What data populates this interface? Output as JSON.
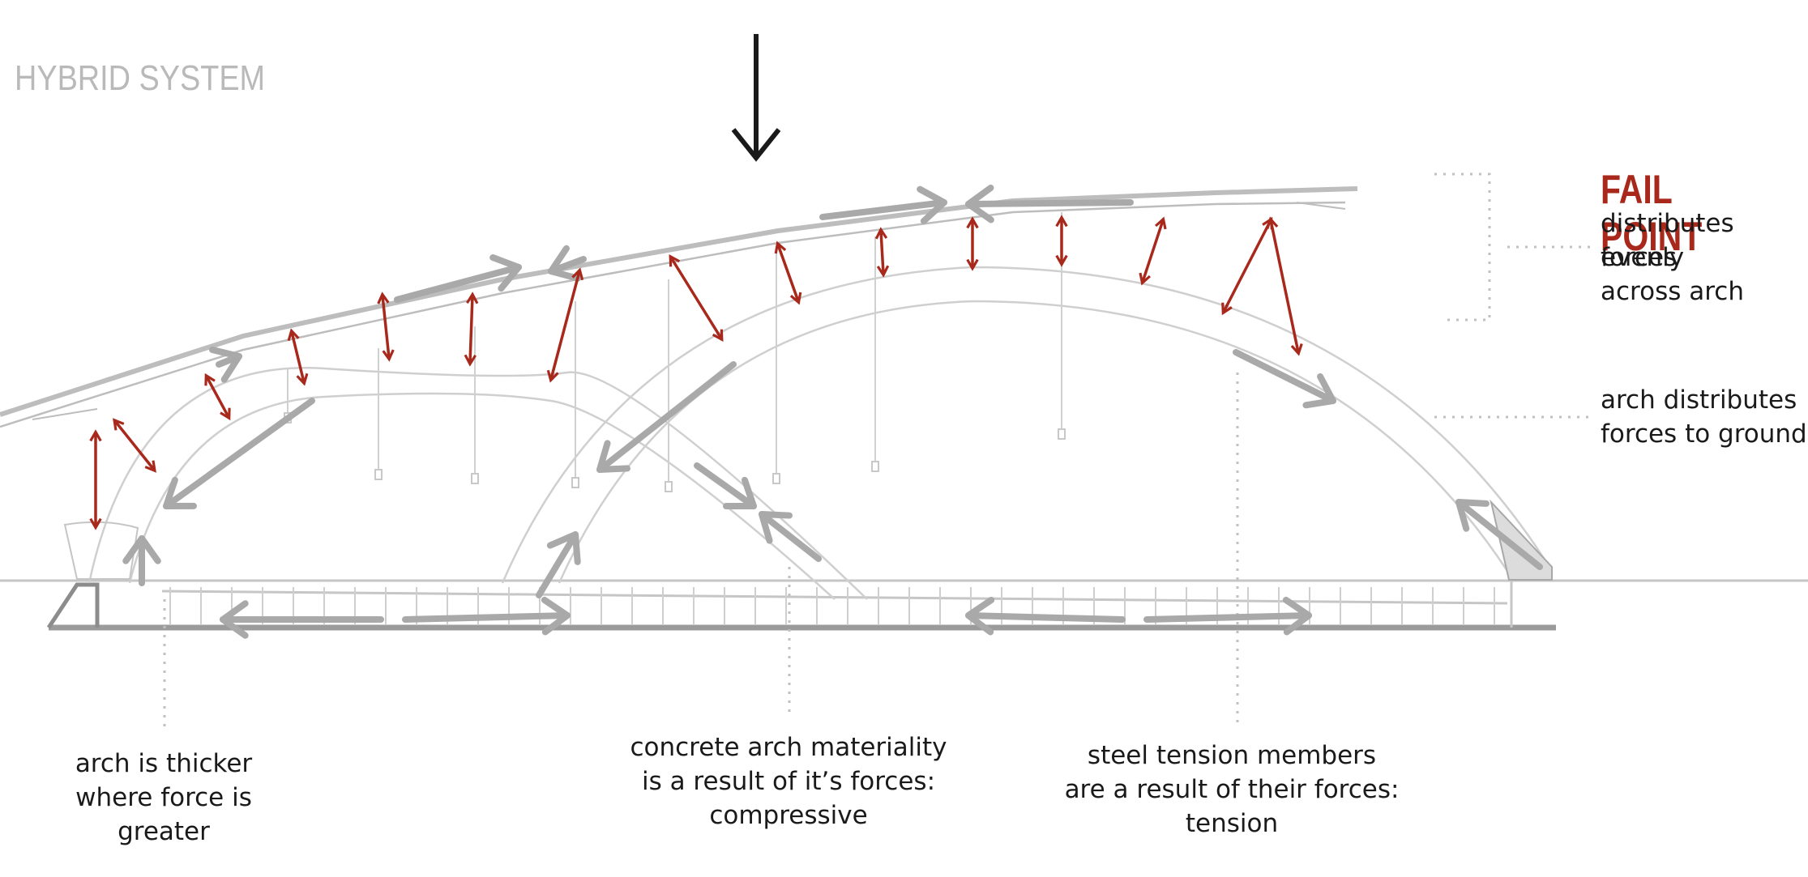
{
  "title": "HYBRID SYSTEM",
  "fail_point": {
    "heading": "FAIL POINT",
    "lines": [
      "distributes forces",
      "evenly",
      "across arch"
    ]
  },
  "arch_note": {
    "lines": [
      "arch distributes",
      "forces to ground"
    ]
  },
  "bottom_notes": [
    {
      "lines": [
        "arch is thicker",
        "where force is",
        "greater"
      ]
    },
    {
      "lines": [
        "concrete arch materiality",
        "is a result of it’s forces:",
        "compressive"
      ]
    },
    {
      "lines": [
        "steel tension members",
        "are a result of their forces:",
        "tension"
      ]
    }
  ],
  "colors": {
    "tension_arrow": "#a8291c",
    "compression_arrow": "#a9a9a9",
    "structure": "#c8c8c8",
    "load_arrow": "#1a1a1a",
    "heading": "#b9b9b9"
  }
}
